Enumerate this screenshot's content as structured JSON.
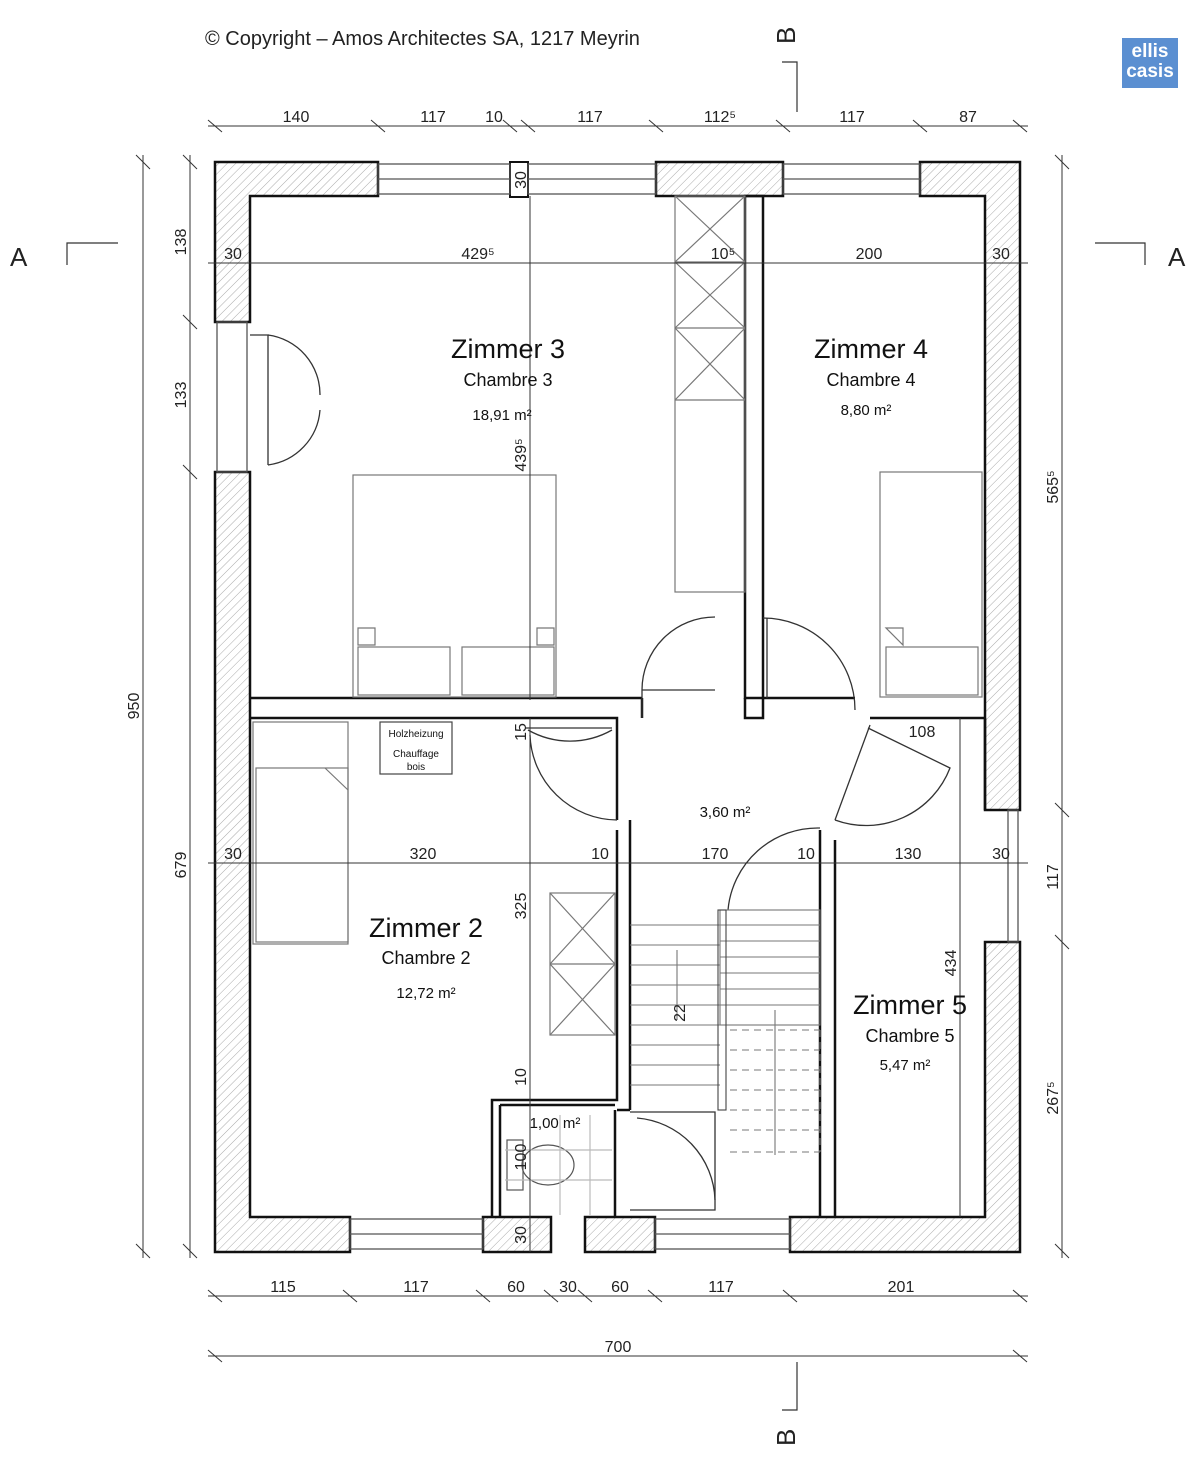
{
  "copyright": "© Copyright – Amos Architectes SA, 1217 Meyrin",
  "logo": {
    "line1": "ellis",
    "line2": "casis"
  },
  "section_markers": {
    "a": "A",
    "b": "B"
  },
  "rooms": {
    "zimmer3": {
      "name": "Zimmer 3",
      "sub": "Chambre 3",
      "area": "18,91 m²"
    },
    "zimmer4": {
      "name": "Zimmer 4",
      "sub": "Chambre 4",
      "area": "8,80 m²"
    },
    "zimmer2": {
      "name": "Zimmer 2",
      "sub": "Chambre 2",
      "area": "12,72 m²"
    },
    "zimmer5": {
      "name": "Zimmer 5",
      "sub": "Chambre 5",
      "area": "5,47 m²"
    },
    "hall": {
      "area": "3,60 m²"
    },
    "wc": {
      "area": "1,00 m²"
    }
  },
  "heater": {
    "line1": "Holzheizung",
    "line2": "Chauffage",
    "line3": "bois"
  },
  "dims": {
    "top": [
      "140",
      "117",
      "10",
      "117",
      "112⁵",
      "117",
      "87"
    ],
    "row1": [
      "30",
      "429⁵",
      "10⁵",
      "200",
      "30"
    ],
    "row2": [
      "30",
      "320",
      "10",
      "170",
      "10",
      "130",
      "30"
    ],
    "bottom": [
      "115",
      "117",
      "60",
      "30",
      "60",
      "117",
      "201"
    ],
    "total_width": "700",
    "left": [
      "138",
      "133",
      "950",
      "679"
    ],
    "right": [
      "565⁵",
      "117",
      "267⁵"
    ],
    "inner": [
      "30",
      "439⁵",
      "108",
      "15",
      "325",
      "10",
      "100",
      "30",
      "22",
      "434"
    ]
  }
}
